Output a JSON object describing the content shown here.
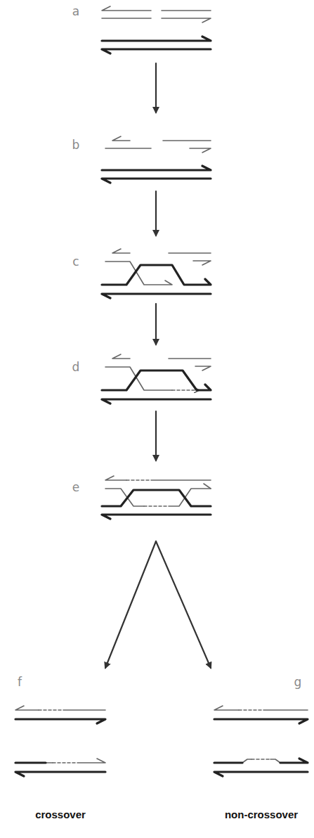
{
  "diagram": {
    "labels": [
      "a",
      "b",
      "c",
      "d",
      "e",
      "f",
      "g",
      "crossover",
      "non-crossover"
    ]
  }
}
